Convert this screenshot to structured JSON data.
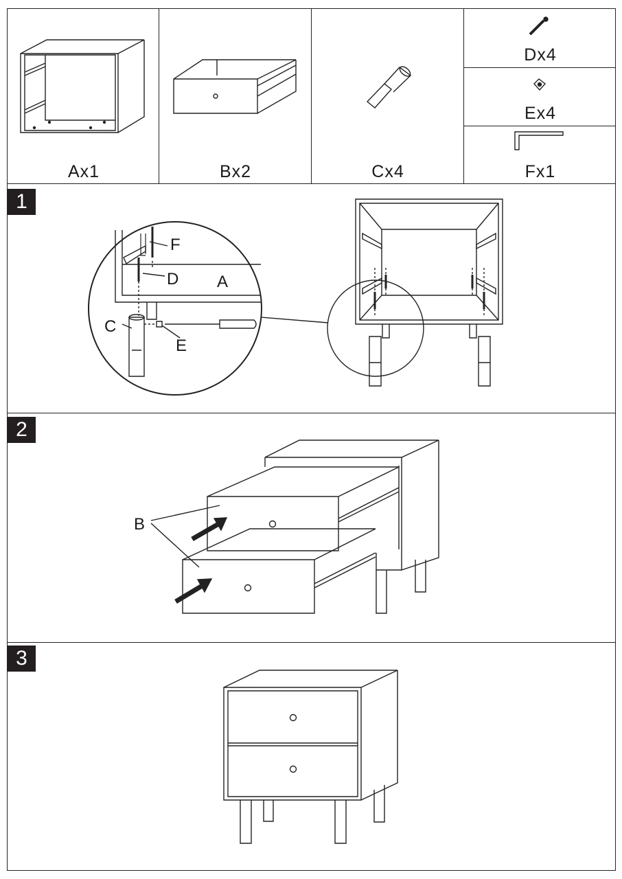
{
  "parts": [
    {
      "id": "A",
      "label": "Ax1"
    },
    {
      "id": "B",
      "label": "Bx2"
    },
    {
      "id": "C",
      "label": "Cx4"
    },
    {
      "id": "D",
      "label": "Dx4"
    },
    {
      "id": "E",
      "label": "Ex4"
    },
    {
      "id": "F",
      "label": "Fx1"
    }
  ],
  "steps": [
    {
      "number": "1",
      "callouts": {
        "F": "F",
        "D": "D",
        "A": "A",
        "C": "C",
        "E": "E"
      }
    },
    {
      "number": "2",
      "callouts": {
        "B": "B"
      }
    },
    {
      "number": "3"
    }
  ]
}
